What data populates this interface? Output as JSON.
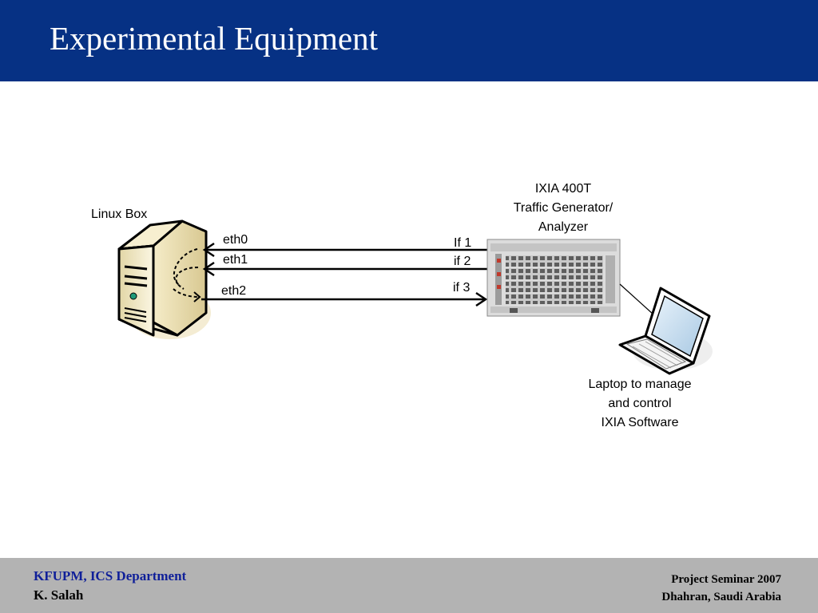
{
  "slide": {
    "title": "Experimental Equipment"
  },
  "diagram": {
    "linux_box_label": "Linux Box",
    "interfaces": {
      "eth0": "eth0",
      "eth1": "eth1",
      "eth2": "eth2",
      "if1": "If 1",
      "if2": "if 2",
      "if3": "if 3"
    },
    "ixia_label_lines": [
      "IXIA 400T",
      "Traffic Generator/",
      "Analyzer"
    ],
    "laptop_label_lines": [
      "Laptop to manage",
      "and control",
      "IXIA Software"
    ]
  },
  "footer": {
    "org": "KFUPM, ICS Department",
    "author": "K. Salah",
    "event": "Project Seminar 2007",
    "location": "Dhahran, Saudi Arabia"
  },
  "colors": {
    "title_bar": "#063184",
    "footer_bar": "#b3b3b3",
    "footer_org_text": "#0f1f99"
  },
  "icons": [
    "server-tower-icon",
    "ixia-chassis-icon",
    "laptop-icon"
  ]
}
